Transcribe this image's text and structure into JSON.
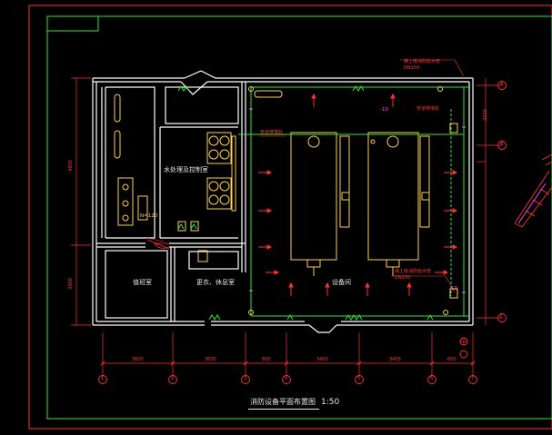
{
  "drawing": {
    "title": "消防设备平面布置图",
    "scale": "1:50",
    "rooms": {
      "control": "水处理及控制室",
      "office": "值班室",
      "restroom": "更衣、休息室",
      "main": "设备间"
    },
    "level_marks": [
      "-10",
      "-10"
    ],
    "dims": {
      "bottom": [
        "3600",
        "3600",
        "600",
        "3400",
        "3400",
        "600"
      ],
      "left": [
        "4800",
        "3000"
      ],
      "right": [
        "2600"
      ]
    },
    "grid_labels": [
      "1",
      "2",
      "3",
      "4",
      "5",
      "6",
      "7",
      "A",
      "B",
      "C"
    ],
    "annotations": [
      "接上级消防给水管",
      "接上级消防给水管",
      "DN150",
      "DN150",
      "N=120",
      "管道穿墙处",
      "管道穿墙处"
    ],
    "colors": {
      "background": "#000000",
      "border": "#ff3030",
      "frame": "#2ee82e",
      "wall": "#ffffff",
      "pipe": "#2ee82e",
      "dim_line": "#ff3030",
      "arrow": "#ff3030",
      "equipment": "#ffd24a",
      "grid_bubble": "#ff3030"
    }
  }
}
